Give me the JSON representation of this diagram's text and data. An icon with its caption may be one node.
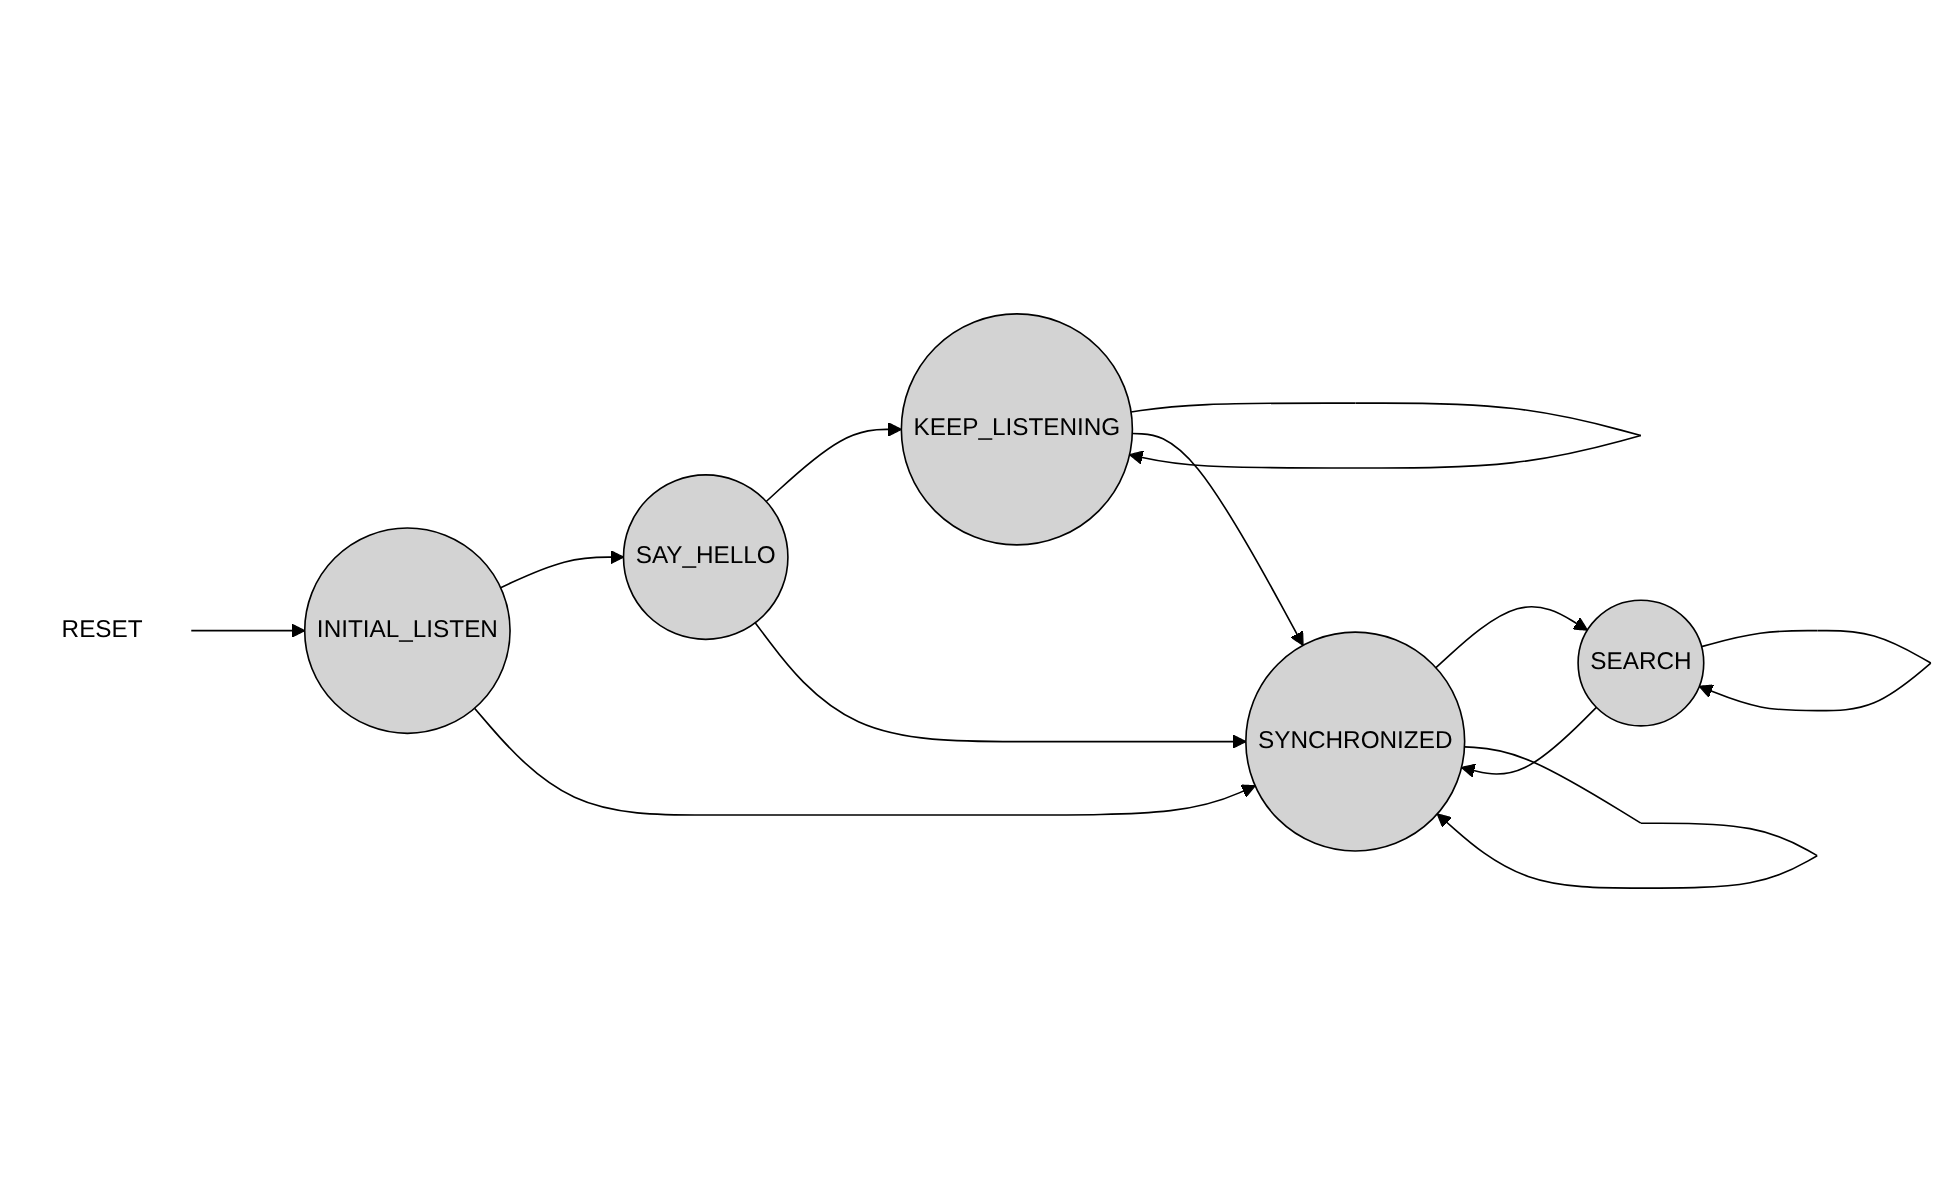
{
  "diagram": {
    "nodes": [
      {
        "text": [
          "RESET"
        ]
      },
      {
        "text": [
          "INITIAL_LISTEN"
        ]
      },
      {
        "text": [
          "SAY_HELLO"
        ]
      },
      {
        "text": [
          "KEEP_LISTENING"
        ]
      },
      {
        "text": [
          "SEARCH"
        ]
      },
      {
        "text": [
          "SYNCHRONIZED"
        ]
      }
    ],
    "edges": [
      {
        "from": 0,
        "to": 1,
        "arrow": "to"
      },
      {
        "from": 1,
        "to": 2,
        "arrow": "to"
      },
      {
        "from": 2,
        "to": 3,
        "arrow": "to"
      },
      {
        "from": 3,
        "to": 3,
        "arrow": "to"
      },
      {
        "from": 1,
        "to": 5,
        "arrow": "to"
      },
      {
        "from": 2,
        "to": 5,
        "arrow": "to"
      },
      {
        "from": 3,
        "to": 5,
        "arrow": "to"
      },
      {
        "from": 5,
        "to": 4,
        "arrow": "to"
      },
      {
        "from": 4,
        "to": 5,
        "arrow": "to"
      },
      {
        "from": 4,
        "to": 4,
        "arrow": "to"
      },
      {
        "from": 5,
        "to": 5,
        "arrow": "to"
      }
    ]
  }
}
